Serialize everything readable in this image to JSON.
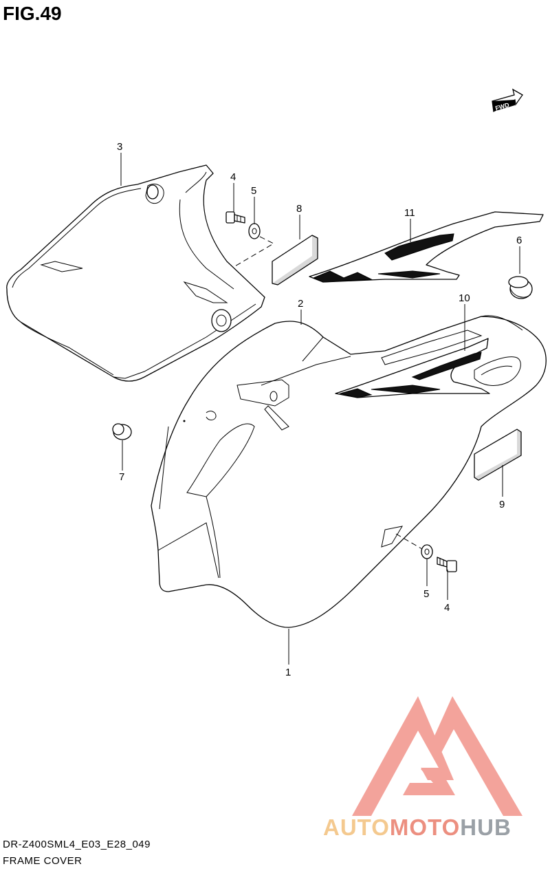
{
  "figure": {
    "title": "FIG.49",
    "forward_label": "FWD",
    "model_code": "DR-Z400SML4_E03_E28_049",
    "section_name": "FRAME COVER"
  },
  "callouts": [
    {
      "id": "1",
      "label": "1"
    },
    {
      "id": "2",
      "label": "2"
    },
    {
      "id": "3",
      "label": "3"
    },
    {
      "id": "4a",
      "label": "4"
    },
    {
      "id": "5a",
      "label": "5"
    },
    {
      "id": "6",
      "label": "6"
    },
    {
      "id": "7",
      "label": "7"
    },
    {
      "id": "8",
      "label": "8"
    },
    {
      "id": "9",
      "label": "9"
    },
    {
      "id": "10",
      "label": "10"
    },
    {
      "id": "11",
      "label": "11"
    },
    {
      "id": "4b",
      "label": "4"
    },
    {
      "id": "5b",
      "label": "5"
    }
  ],
  "watermark": {
    "part_a": "AUTO",
    "part_b": "MOTO",
    "part_c": "HUB",
    "colors": {
      "logo": "#f2938a",
      "auto": "#f4c98f",
      "moto": "#ec8f80",
      "hub": "#9aa0a6"
    }
  }
}
